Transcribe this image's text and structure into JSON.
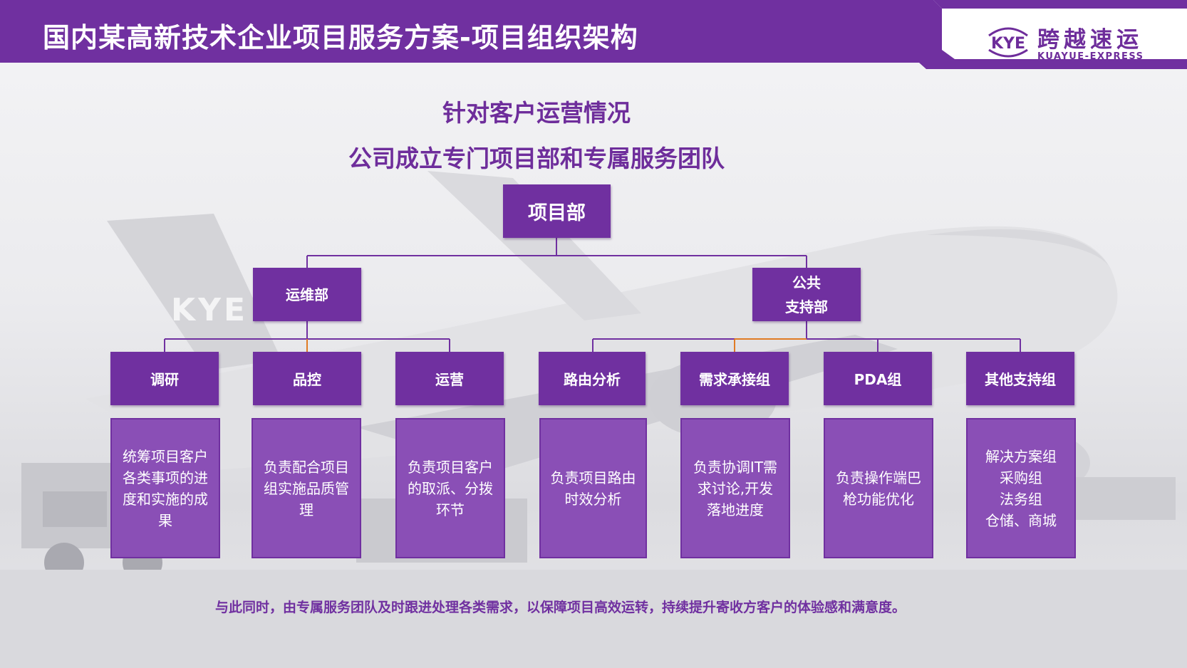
{
  "header": {
    "title": "国内某高新技术企业项目服务方案-项目组织架构"
  },
  "logo": {
    "mark": "KYE",
    "name_cn": "跨越速运",
    "name_en": "KUAYUE-EXPRESS",
    "watermark": "KYE"
  },
  "subtitle": {
    "line1": "针对客户运营情况",
    "line2": "公司成立专门项目部和专属服务团队"
  },
  "org": {
    "root": "项目部",
    "departments": [
      {
        "label": "运维部"
      },
      {
        "label_line1": "公共",
        "label_line2": "支持部"
      }
    ],
    "teams": [
      {
        "name": "调研",
        "desc": "统筹项目客户各类事项的进度和实施的成果"
      },
      {
        "name": "品控",
        "desc": "负责配合项目组实施品质管理"
      },
      {
        "name": "运营",
        "desc": "负责项目客户的取派、分拨环节"
      },
      {
        "name": "路由分析",
        "desc": "负责项目路由时效分析"
      },
      {
        "name": "需求承接组",
        "desc": "负责协调IT需求讨论,开发落地进度"
      },
      {
        "name": "PDA组",
        "desc": "负责操作端巴枪功能优化"
      },
      {
        "name": "其他支持组",
        "desc_lines": [
          "解决方案组",
          "采购组",
          "法务组",
          "仓储、商城"
        ]
      }
    ]
  },
  "footer": {
    "note": "与此同时，由专属服务团队及时跟进处理各类需求，以保障项目高效运转，持续提升寄收方客户的体验感和满意度。"
  },
  "colors": {
    "brand_purple": "#7030a0",
    "desc_purple": "#8a4fb6",
    "connector_orange": "#e07b24",
    "background": "#ebebee"
  }
}
